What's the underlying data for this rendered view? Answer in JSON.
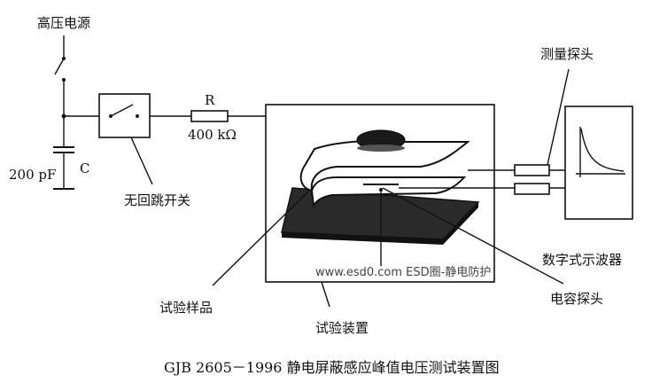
{
  "labels": {
    "hv_source": "高压电源",
    "capacitance": "200 pF",
    "cap_symbol": "C",
    "switch": "无回跳开关",
    "resistor_symbol": "R",
    "resistor_value": "400 kΩ",
    "probe": "测量探头",
    "oscilloscope": "数字式示波器",
    "capacitive_probe": "电容探头",
    "sample": "试验样品",
    "apparatus": "试验装置",
    "watermark": "www.esd0.com ESD圈-静电防护"
  },
  "caption": "GJB 2605－1996 静电屏蔽感应峰值电压测试装置图"
}
